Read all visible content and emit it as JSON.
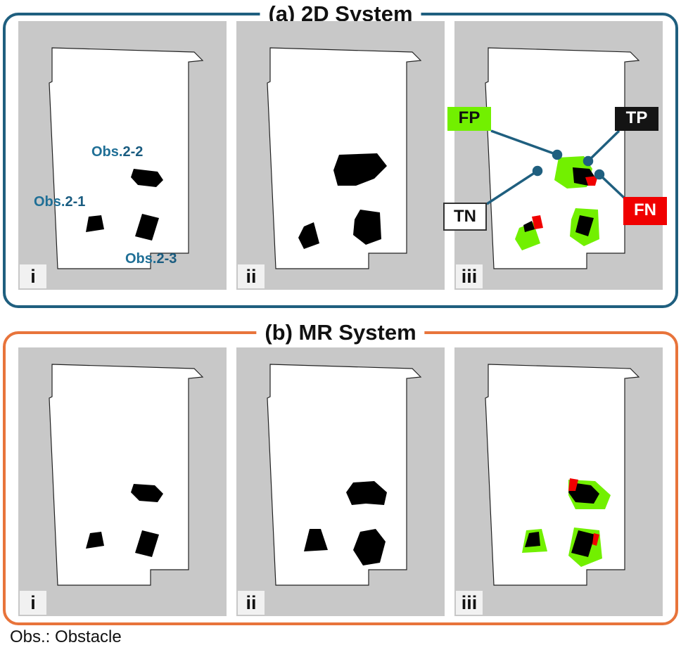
{
  "groups": [
    {
      "id": "a",
      "title": "(a) 2D System"
    },
    {
      "id": "b",
      "title": "(b) MR System"
    }
  ],
  "panel_labels": [
    "i",
    "ii",
    "iii"
  ],
  "obstacle_labels": [
    {
      "prefix": "Obs.",
      "number": "2-1"
    },
    {
      "prefix": "Obs.",
      "number": "2-2"
    },
    {
      "prefix": "Obs.",
      "number": "2-3"
    }
  ],
  "legend": {
    "fp": "FP",
    "tp": "TP",
    "tn": "TN",
    "fn": "FN"
  },
  "colors": {
    "group_a_border": "#1f5f7f",
    "group_b_border": "#e8743b",
    "map_background": "#c8c8c8",
    "free_space": "#ffffff",
    "obstacle": "#000000",
    "false_positive": "#72f000",
    "false_negative": "#f00000",
    "leader_line": "#1f5f7f"
  },
  "footnote": "Obs.: Obstacle"
}
